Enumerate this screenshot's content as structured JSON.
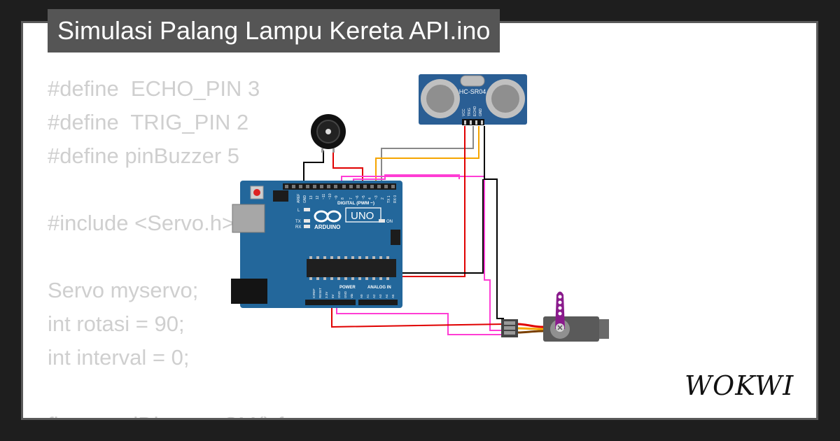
{
  "page": {
    "title": "Simulasi Palang Lampu Kereta API.ino"
  },
  "code_lines": [
    "#define  ECHO_PIN 3",
    "#define  TRIG_PIN 2",
    "#define pinBuzzer 5",
    "",
    "#include <Servo.h>",
    "",
    "Servo myservo;",
    "int rotasi = 90;",
    "int interval = 0;",
    "",
    "float readDistanceCM() {"
  ],
  "circuit": {
    "sensor": {
      "model": "HC-SR04",
      "pins": [
        "VCC",
        "TRIG",
        "ECHO",
        "GND"
      ]
    },
    "arduino": {
      "brand": "ARDUINO",
      "model": "UNO",
      "digital_header": "DIGITAL (PWM ~)",
      "power_header": "POWER",
      "analog_header": "ANALOG IN",
      "on_label": "ON",
      "l_label": "L",
      "tx_label": "TX",
      "rx_label": "RX",
      "digital_pins": [
        "AREF",
        "GND",
        "13",
        "12",
        "~11",
        "~10",
        "~9",
        "8",
        "7",
        "~6",
        "~5",
        "4",
        "~3",
        "2",
        "TX 1",
        "RX 0"
      ],
      "power_pins": [
        "IOREF",
        "RESET",
        "3.3V",
        "5V",
        "GND",
        "GND",
        "Vin"
      ],
      "analog_pins": [
        "A0",
        "A1",
        "A2",
        "A3",
        "A4",
        "A5"
      ]
    },
    "wire_colors": {
      "gnd": "#000000",
      "vcc": "#e00000",
      "trig": "#f5a500",
      "echo": "#888888",
      "signal": "#ff3dd4"
    },
    "board_color": "#23679b",
    "servo_arm_color": "#8a1b8c"
  },
  "logo": {
    "text": "WOKWI"
  }
}
